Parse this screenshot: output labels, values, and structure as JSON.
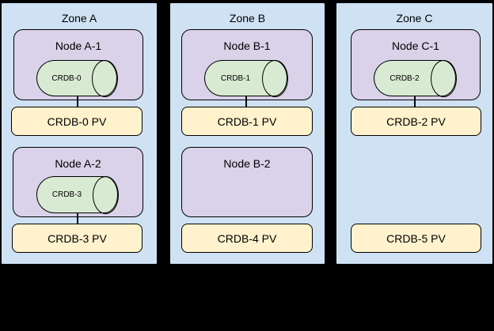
{
  "diagram": {
    "type": "architecture-diagram",
    "colors": {
      "background": "#000000",
      "zone_fill": "#cfe2f3",
      "node_fill": "#d9d2e9",
      "pod_fill": "#d9ead3",
      "pv_fill": "#fff2cc",
      "border": "#000000"
    },
    "zones": [
      {
        "label": "Zone A",
        "nodes": [
          {
            "label": "Node A-1",
            "pod": "CRDB-0"
          },
          {
            "label": "Node A-2",
            "pod": "CRDB-3"
          }
        ],
        "volumes": [
          "CRDB-0 PV",
          "CRDB-3 PV"
        ]
      },
      {
        "label": "Zone B",
        "nodes": [
          {
            "label": "Node B-1",
            "pod": "CRDB-1"
          },
          {
            "label": "Node B-2"
          }
        ],
        "volumes": [
          "CRDB-1 PV",
          "CRDB-4 PV"
        ]
      },
      {
        "label": "Zone C",
        "nodes": [
          {
            "label": "Node C-1",
            "pod": "CRDB-2"
          }
        ],
        "volumes": [
          "CRDB-2 PV",
          "CRDB-5 PV"
        ]
      }
    ]
  }
}
